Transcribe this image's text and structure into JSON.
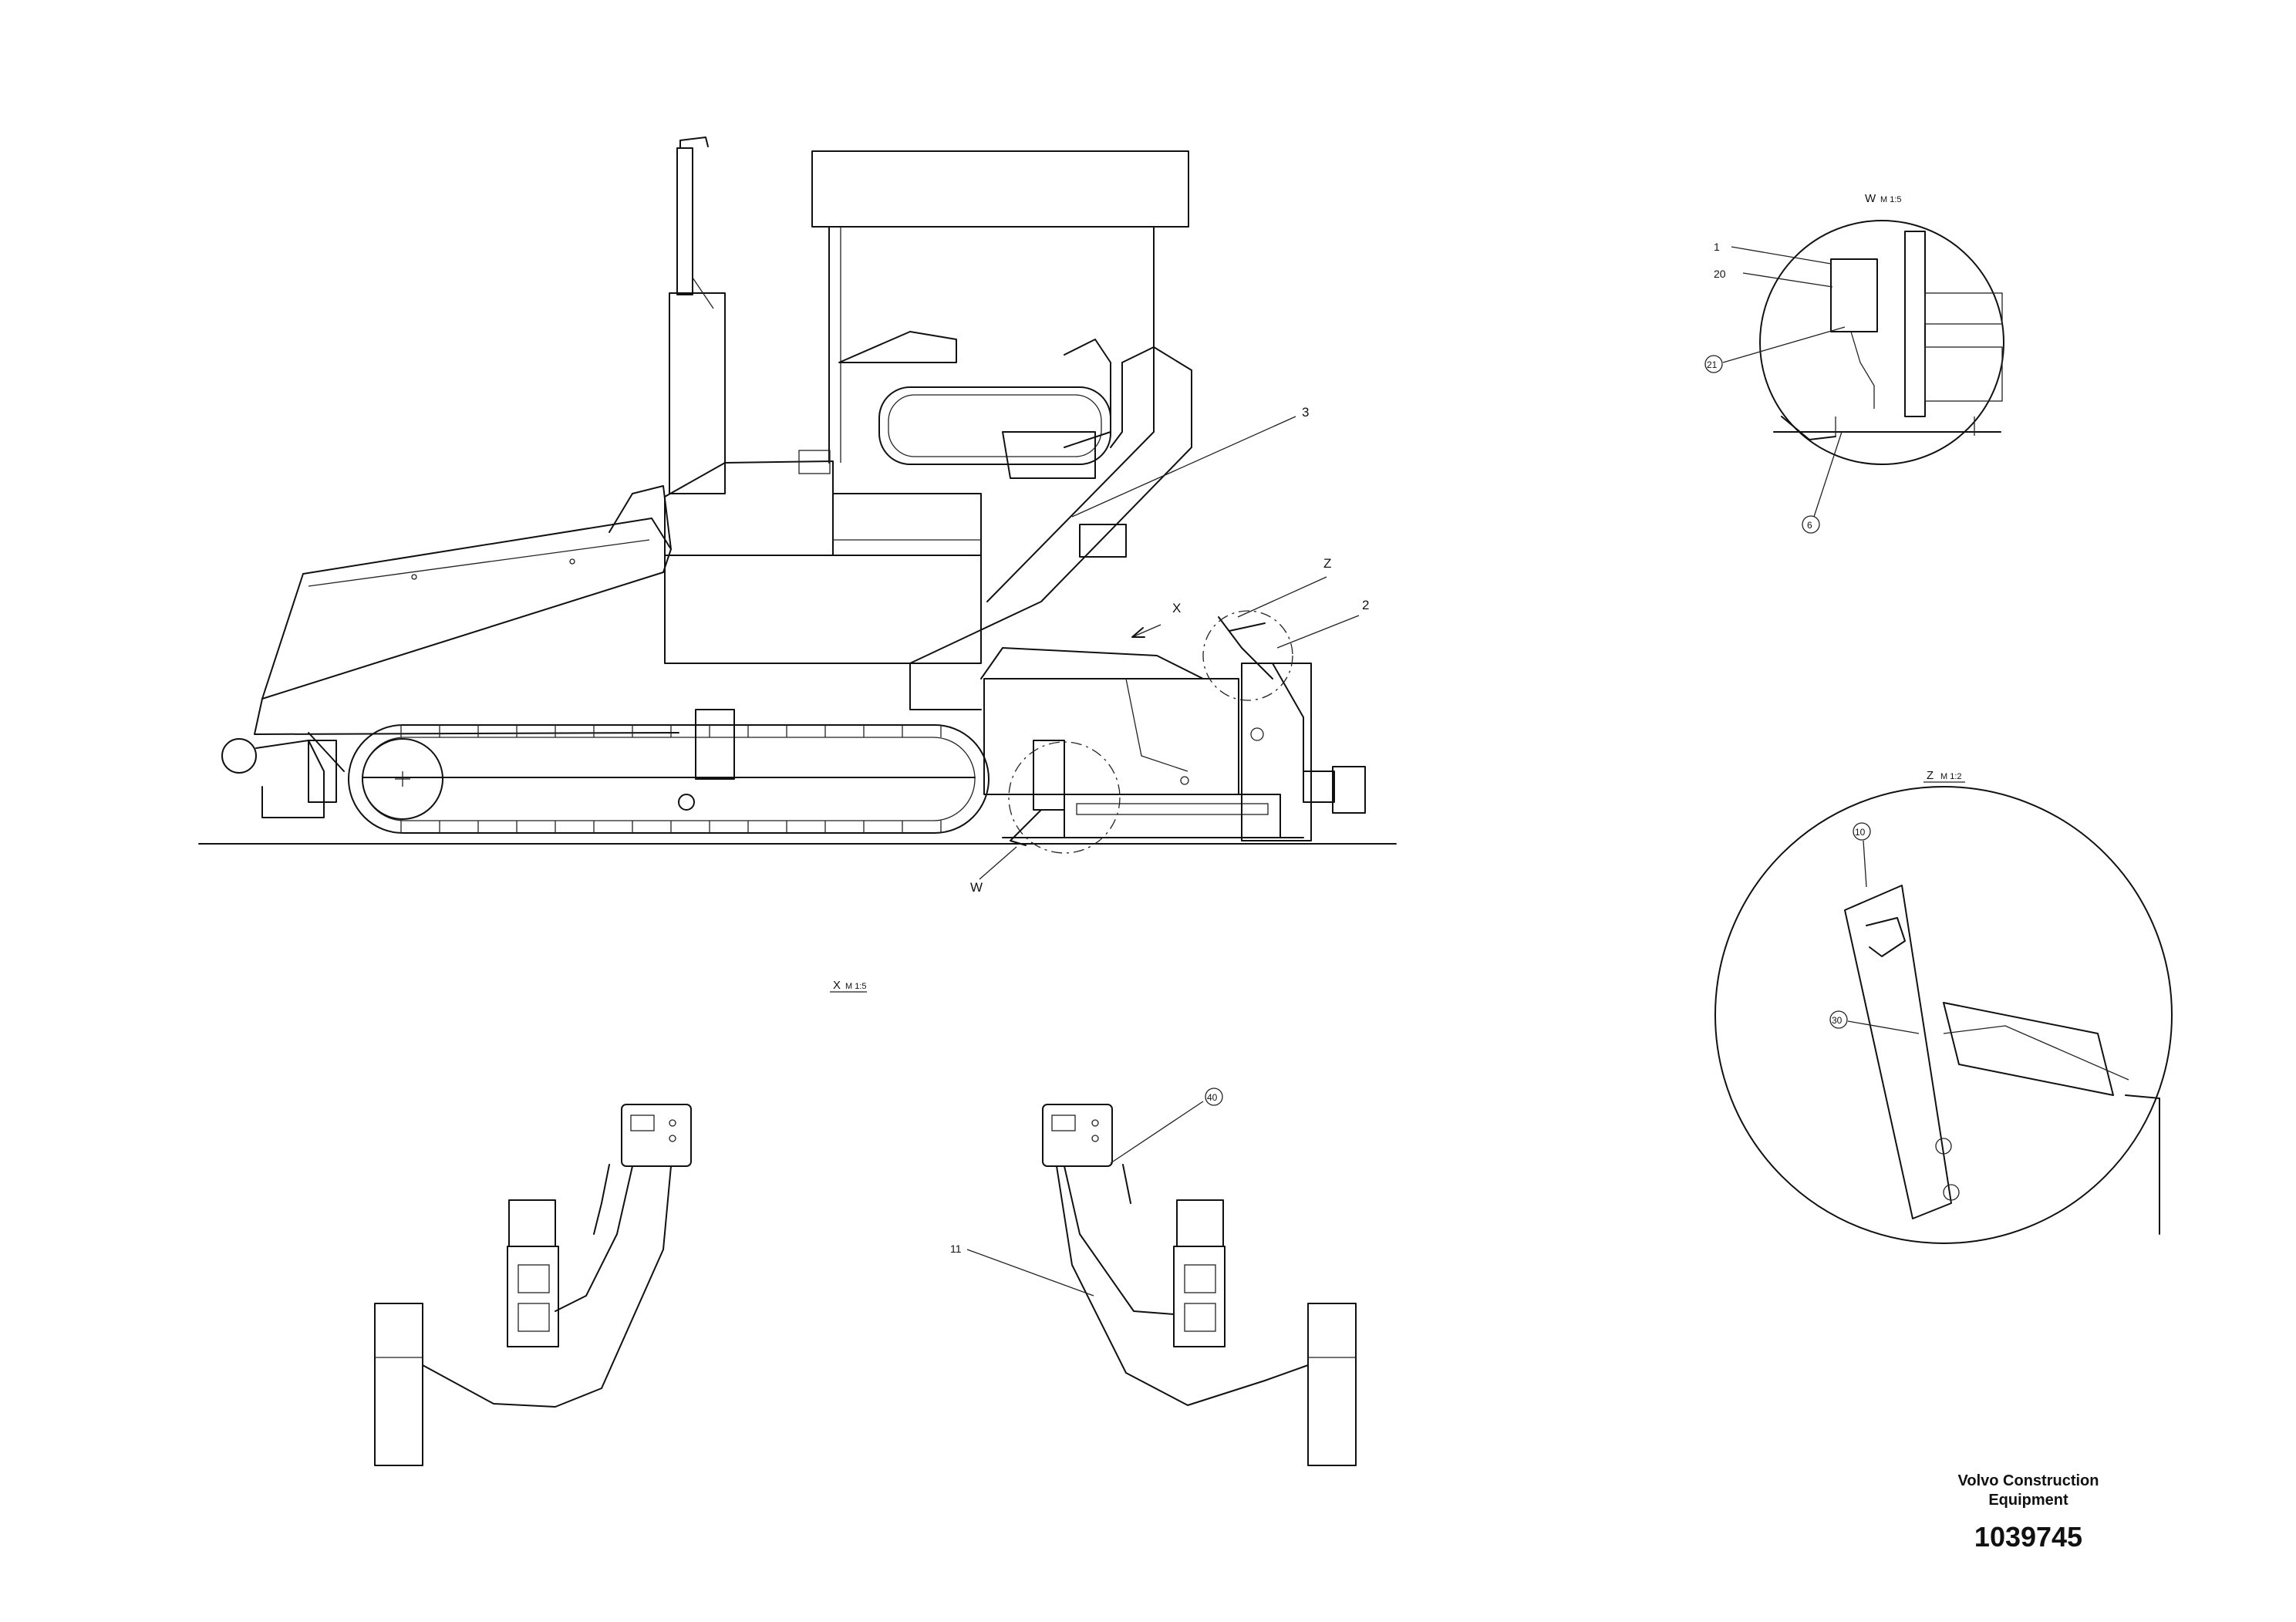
{
  "callouts": {
    "c3": "3",
    "cZ": "Z",
    "c2": "2",
    "cX": "X",
    "cW": "W",
    "d1": "1",
    "d20": "20",
    "d21": "21",
    "d6": "6",
    "d10": "10",
    "d30": "30",
    "d40": "40",
    "d11": "11"
  },
  "views": {
    "w_title": "W",
    "w_scale": "M 1:5",
    "z_title": "Z",
    "z_scale": "M 1:2",
    "x_title": "X",
    "x_scale": "M 1:5"
  },
  "publisher": {
    "line1": "Volvo Construction",
    "line2": "Equipment",
    "doc_number": "1039745"
  },
  "colors": {
    "line": "#111111",
    "background": "#ffffff"
  }
}
